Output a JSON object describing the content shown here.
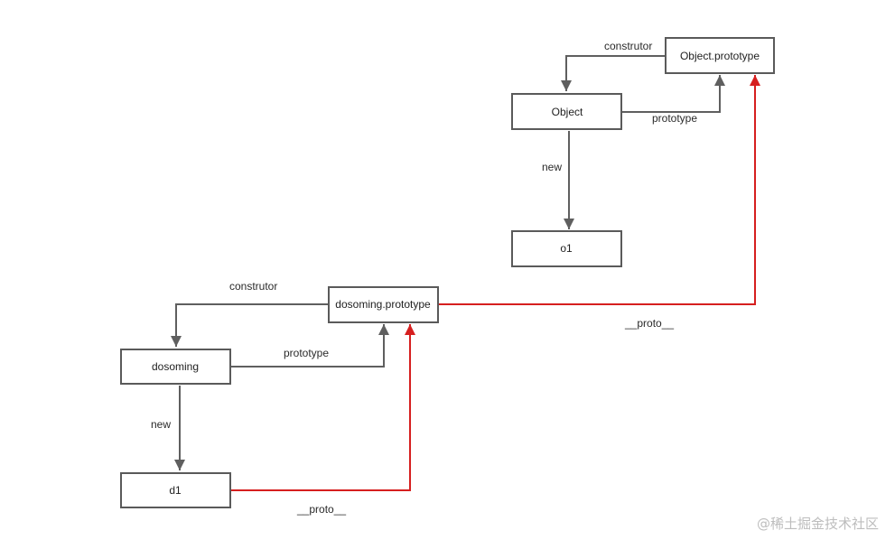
{
  "nodes": {
    "object_prototype": "Object.prototype",
    "object": "Object",
    "o1": "o1",
    "dosoming_prototype": "dosoming.prototype",
    "dosoming": "dosoming",
    "d1": "d1"
  },
  "edge_labels": {
    "object_constructor": "construtor",
    "object_prototype": "prototype",
    "object_new": "new",
    "dosoming_constructor": "construtor",
    "dosoming_prototype": "prototype",
    "dosoming_new": "new",
    "dosoming_proto_to_object_proto": "__proto__",
    "d1_proto": "__proto__"
  },
  "colors": {
    "edge_normal": "#5f5f5f",
    "edge_proto": "#d61f1f",
    "node_border": "#5a5a5a",
    "watermark": "#bdbdbd"
  },
  "watermark": "@稀土掘金技术社区"
}
